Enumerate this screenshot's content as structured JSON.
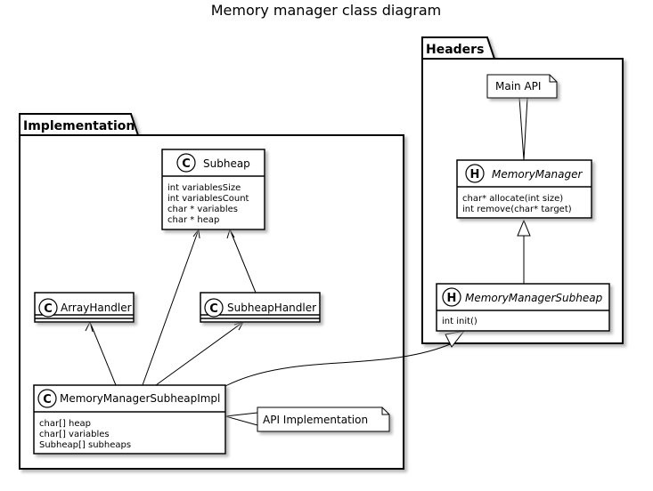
{
  "title": "Memory manager class diagram",
  "packages": {
    "implementation": {
      "label": "Implementation"
    },
    "headers": {
      "label": "Headers"
    }
  },
  "classes": {
    "subheap": {
      "stereotype": "C",
      "name": "Subheap",
      "members": [
        "int variablesSize",
        "int variablesCount",
        "char * variables",
        "char * heap"
      ]
    },
    "array_handler": {
      "stereotype": "C",
      "name": "ArrayHandler",
      "members": []
    },
    "subheap_handler": {
      "stereotype": "C",
      "name": "SubheapHandler",
      "members": []
    },
    "memory_manager_subheap_impl": {
      "stereotype": "C",
      "name": "MemoryManagerSubheapImpl",
      "members": [
        "char[] heap",
        "char[] variables",
        "Subheap[] subheaps"
      ]
    },
    "memory_manager": {
      "stereotype": "H",
      "name": "MemoryManager",
      "members": [
        "char* allocate(int size)",
        "int remove(char* target)"
      ]
    },
    "memory_manager_subheap": {
      "stereotype": "H",
      "name": "MemoryManagerSubheap",
      "members": [
        "int init()"
      ]
    }
  },
  "notes": {
    "main_api": "Main API",
    "api_impl": "API Implementation"
  },
  "colors": {
    "line": "#000000",
    "box_fill": "#ffffff",
    "shadow": "#b4b4b4"
  }
}
